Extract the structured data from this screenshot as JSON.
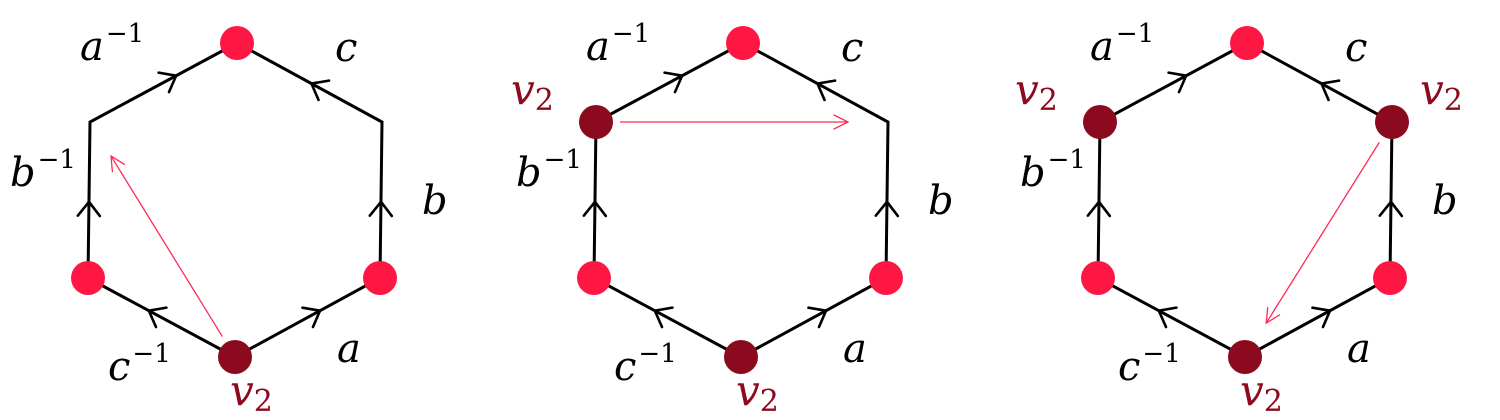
{
  "colors": {
    "edge": "#000000",
    "vertex_light": "#ff1744",
    "vertex_dark": "#8b0a1e",
    "arrow": "#ff2a55",
    "label": "#000000",
    "vertex_label": "#8b0a1e"
  },
  "edge_labels": {
    "a": {
      "base": "a",
      "sup": ""
    },
    "a_inv": {
      "base": "a",
      "sup": "−1"
    },
    "b": {
      "base": "b",
      "sup": ""
    },
    "b_inv": {
      "base": "b",
      "sup": "−1"
    },
    "c": {
      "base": "c",
      "sup": ""
    },
    "c_inv": {
      "base": "c",
      "sup": "−1"
    }
  },
  "vertex_label": {
    "base": "v",
    "sub": "2"
  },
  "panels": [
    {
      "name": "panel-1",
      "vertices": {
        "top": "light",
        "upper-left": "none",
        "upper-right": "none",
        "lower-left": "light",
        "lower-right": "light",
        "bottom": "dark"
      },
      "vertex_labels": [
        "bottom"
      ],
      "arrow": {
        "from": "bottom",
        "to": "upper-left"
      }
    },
    {
      "name": "panel-2",
      "vertices": {
        "top": "light",
        "upper-left": "dark",
        "upper-right": "none",
        "lower-left": "light",
        "lower-right": "light",
        "bottom": "dark"
      },
      "vertex_labels": [
        "upper-left",
        "bottom"
      ],
      "arrow": {
        "from": "upper-left",
        "to": "upper-right"
      }
    },
    {
      "name": "panel-3",
      "vertices": {
        "top": "light",
        "upper-left": "dark",
        "upper-right": "dark",
        "lower-left": "light",
        "lower-right": "light",
        "bottom": "dark"
      },
      "vertex_labels": [
        "upper-left",
        "upper-right",
        "bottom"
      ],
      "arrow": {
        "from": "upper-right",
        "to": "bottom"
      }
    }
  ]
}
